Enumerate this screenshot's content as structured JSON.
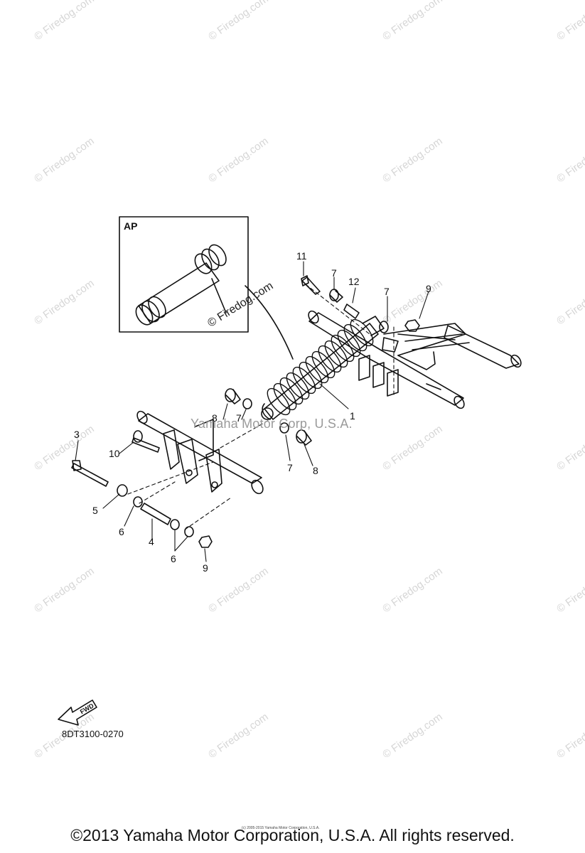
{
  "inset": {
    "label": "AP",
    "watermark": "© Firedog.com"
  },
  "watermark": {
    "text": "© Firedog.com",
    "corp": "Yamaha Motor Corp, U.S.A."
  },
  "callouts": {
    "c1": "1",
    "c3": "3",
    "c4": "4",
    "c5": "5",
    "c6a": "6",
    "c6b": "6",
    "c7a": "7",
    "c7b": "7",
    "c7c": "7",
    "c7d": "7",
    "c8a": "8",
    "c8b": "8",
    "c9a": "9",
    "c9b": "9",
    "c10": "10",
    "c11": "11",
    "c12": "12"
  },
  "fwd_label": "FWD",
  "diagram_code": "8DT3100-0270",
  "tiny_copyright": "(c) 2005-2015 Yamaha Motor Corporation, U.S.A.",
  "footer": "©2013 Yamaha Motor Corporation, U.S.A. All rights reserved."
}
